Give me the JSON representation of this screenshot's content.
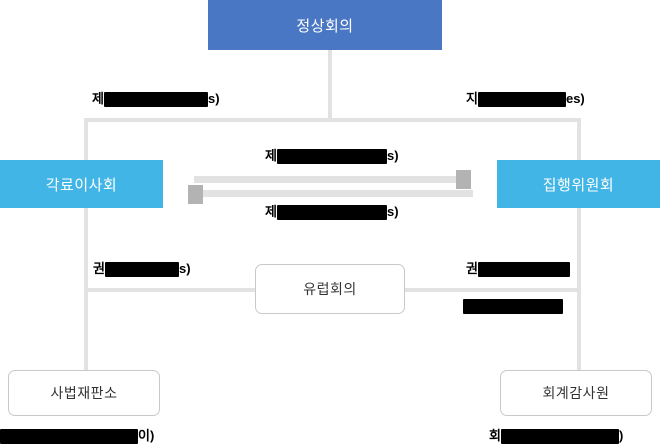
{
  "diagram": {
    "title_node": {
      "label": "정상회의"
    },
    "nodes": [
      {
        "id": "summit",
        "label": "정상회의"
      },
      {
        "id": "council",
        "label": "각료이사회"
      },
      {
        "id": "commission",
        "label": "집행위원회"
      },
      {
        "id": "parliament",
        "label": "유럽회의"
      },
      {
        "id": "court",
        "label": "사법재판소"
      },
      {
        "id": "audit",
        "label": "회계감사원"
      }
    ],
    "edge_labels": {
      "summit_left": {
        "prefix": "제",
        "redacted_width": 104,
        "suffix": "s)"
      },
      "summit_right": {
        "prefix": "지",
        "redacted_width": 88,
        "suffix": "es)"
      },
      "center_top": {
        "prefix": "제",
        "redacted_width": 110,
        "suffix": "s)"
      },
      "center_bottom": {
        "prefix": "제",
        "redacted_width": 110,
        "suffix": "s)"
      },
      "mid_left": {
        "prefix": "권",
        "redacted_width": 74,
        "suffix": "s)"
      },
      "mid_right_top": {
        "prefix": "권",
        "redacted_width": 92,
        "suffix": ""
      },
      "mid_right_bottom": {
        "prefix": "",
        "redacted_width": 100,
        "suffix": ""
      },
      "bottom_left": {
        "prefix": "",
        "redacted_width": 138,
        "suffix": "이)"
      },
      "bottom_right": {
        "prefix": "회",
        "redacted_width": 118,
        "suffix": ")"
      }
    },
    "colors": {
      "primary": "#4a77c4",
      "secondary": "#41b6e6",
      "line": "#e2e2e2",
      "arrowhead": "#b3b3b3",
      "plain_border": "#c9c9c9",
      "redaction": "#000000"
    }
  }
}
